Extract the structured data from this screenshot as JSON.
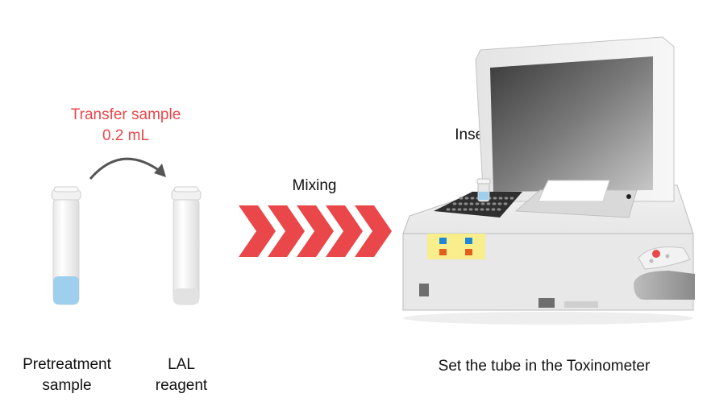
{
  "transfer": {
    "line1": "Transfer sample",
    "line2": "0.2 mL",
    "color": "#e9474a"
  },
  "mixing": {
    "label": "Mixing",
    "chevron_color": "#e9474a",
    "chevron_count": 5
  },
  "insert": {
    "label": "Insert"
  },
  "tubes": {
    "pretreatment": {
      "line1": "Pretreatment",
      "line2": "sample",
      "liquid_color": "#9ed0ee"
    },
    "lal": {
      "line1": "LAL",
      "line2": "reagent"
    }
  },
  "toxinometer": {
    "caption": "Set the tube in the Toxinometer",
    "indicator_colors": [
      "#1f88d6",
      "#e0601c"
    ],
    "panel_color": "#f8ee8c"
  }
}
